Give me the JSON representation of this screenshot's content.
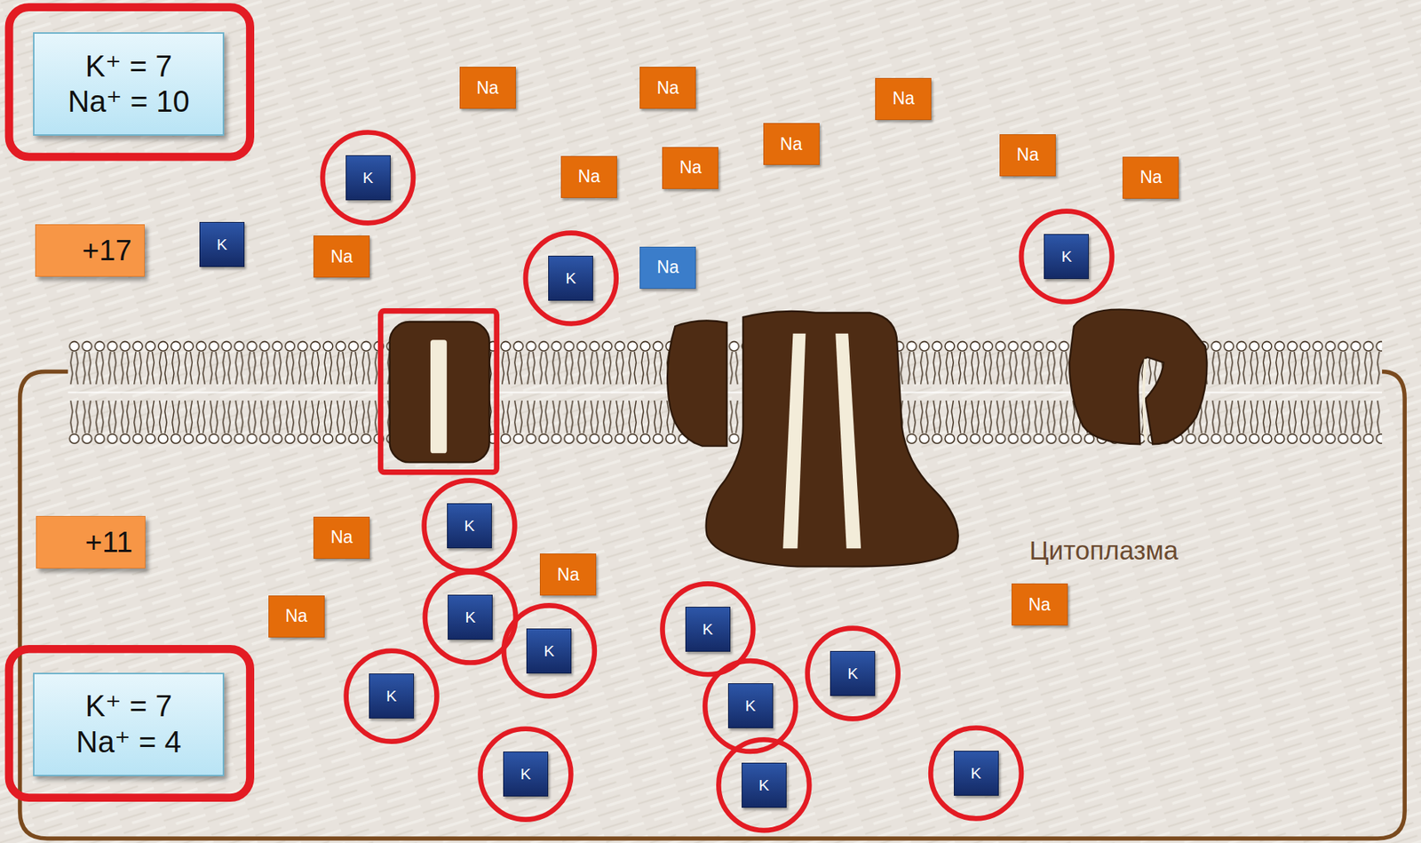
{
  "diagram": {
    "nodes": [
      {
        "text": [
          "K⁺ = 7",
          "Na⁺ = 10"
        ]
      },
      {
        "text": [
          "Na"
        ]
      },
      {
        "text": [
          "Na"
        ]
      },
      {
        "text": [
          "Na"
        ]
      },
      {
        "text": [
          "Na"
        ]
      },
      {
        "text": [
          "Na"
        ]
      },
      {
        "text": [
          "Na"
        ]
      },
      {
        "text": [
          "K"
        ]
      },
      {
        "text": [
          "Na"
        ]
      },
      {
        "text": [
          "Na"
        ]
      },
      {
        "text": [
          "+17"
        ]
      },
      {
        "text": [
          "K"
        ]
      },
      {
        "text": [
          "Na"
        ]
      },
      {
        "text": [
          "K"
        ]
      },
      {
        "text": [
          "Na"
        ]
      },
      {
        "text": [
          "K"
        ]
      },
      {
        "text": [
          "K"
        ]
      },
      {
        "text": [
          "+11"
        ]
      },
      {
        "text": [
          "Na"
        ]
      },
      {
        "text": [
          "Na"
        ]
      },
      {
        "text": [
          "Na"
        ]
      },
      {
        "text": [
          "Na"
        ]
      },
      {
        "text": [
          "K"
        ]
      },
      {
        "text": [
          "K"
        ]
      },
      {
        "text": [
          "K"
        ]
      },
      {
        "text": [
          "K"
        ]
      },
      {
        "text": [
          "K⁺ = 7",
          "Na⁺ = 4"
        ]
      },
      {
        "text": [
          "K"
        ]
      },
      {
        "text": [
          "K"
        ]
      },
      {
        "text": [
          "K"
        ]
      },
      {
        "text": [
          "K"
        ]
      },
      {
        "text": [
          "K"
        ]
      }
    ],
    "edges": [],
    "labels": [
      "Цитоплазма"
    ]
  }
}
